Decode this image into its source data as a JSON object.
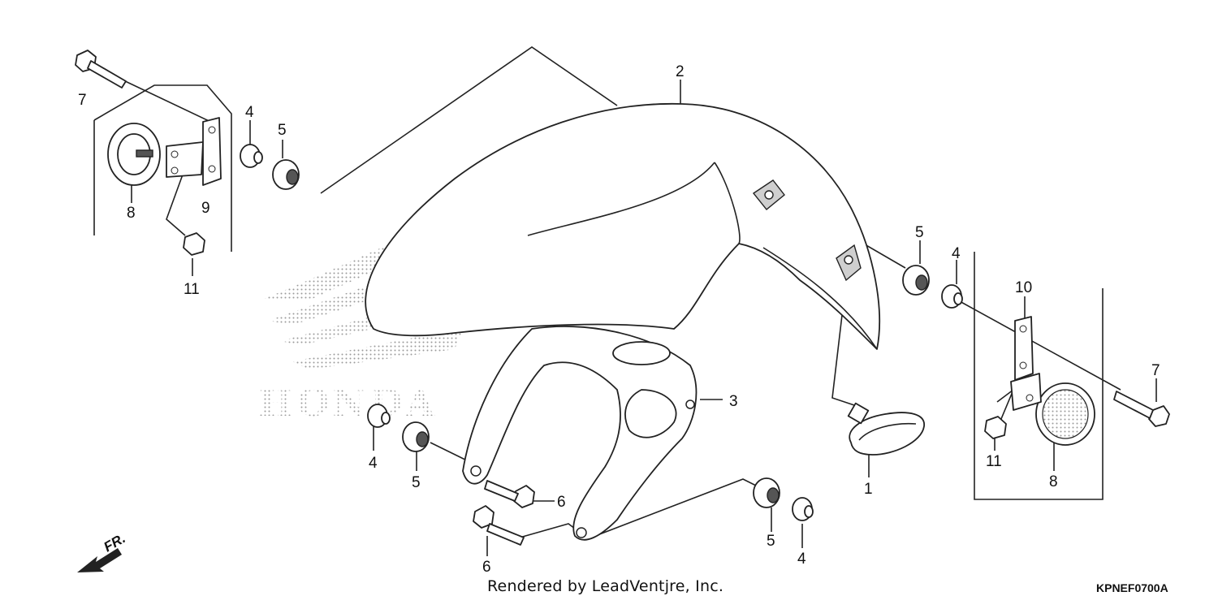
{
  "callouts": {
    "c1": "1",
    "c2": "2",
    "c3": "3",
    "c4a": "4",
    "c4b": "4",
    "c4c": "4",
    "c4d": "4",
    "c5a": "5",
    "c5b": "5",
    "c5c": "5",
    "c5d": "5",
    "c6a": "6",
    "c6b": "6",
    "c7a": "7",
    "c7b": "7",
    "c8a": "8",
    "c8b": "8",
    "c9": "9",
    "c10": "10",
    "c11a": "11",
    "c11b": "11"
  },
  "direction_label": "FR.",
  "footer": {
    "credit": "Rendered by LeadVentjre, Inc.",
    "code": "KPNEF0700A"
  },
  "watermark_text": "HONDA"
}
